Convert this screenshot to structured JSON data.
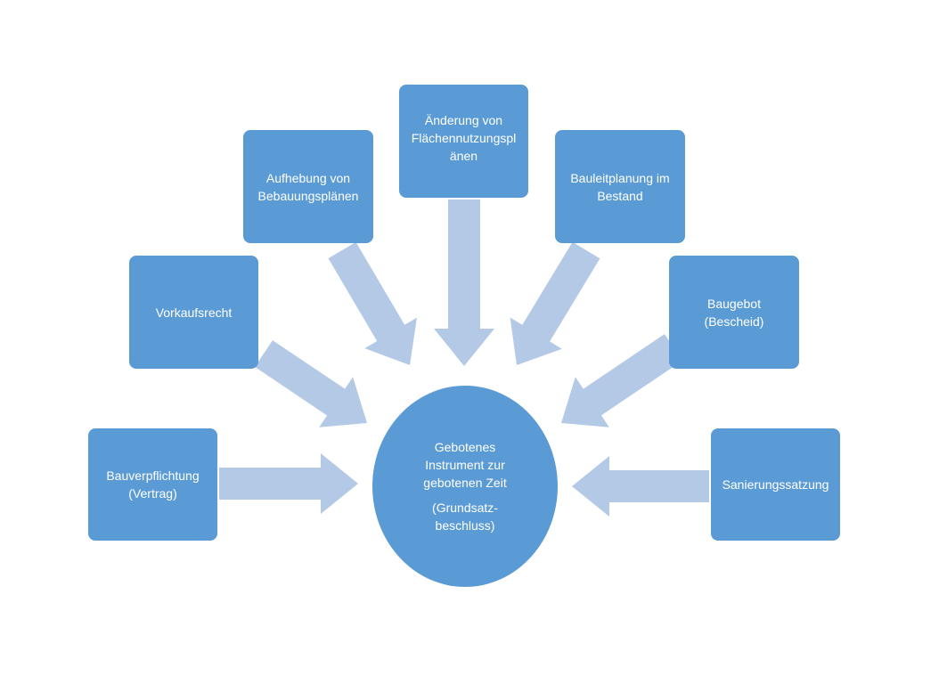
{
  "diagram": {
    "colors": {
      "box_fill": "#5b9bd5",
      "arrow_fill": "#b4c9e6",
      "text": "#ffffff"
    },
    "center": {
      "lines": [
        "Gebotenes",
        "Instrument zur",
        "gebotenen  Zeit"
      ],
      "sub_lines": [
        "(Grundsatz-",
        "beschluss)"
      ]
    },
    "nodes": [
      {
        "id": "bauverpflichtung",
        "lines": [
          "Bauverpflichtung",
          "(Vertrag)"
        ]
      },
      {
        "id": "vorkaufsrecht",
        "lines": [
          "Vorkaufsrecht"
        ]
      },
      {
        "id": "aufhebung",
        "lines": [
          "Aufhebung von",
          "Bebauungsplänen"
        ]
      },
      {
        "id": "aenderung",
        "lines": [
          "Änderung von",
          "Flächennutzungspl",
          "änen"
        ]
      },
      {
        "id": "bauleitplanung",
        "lines": [
          "Bauleitplanung im",
          "Bestand"
        ]
      },
      {
        "id": "baugebot",
        "lines": [
          "Baugebot",
          "(Bescheid)"
        ]
      },
      {
        "id": "sanierungssatzung",
        "lines": [
          "Sanierungssatzung"
        ]
      }
    ]
  }
}
